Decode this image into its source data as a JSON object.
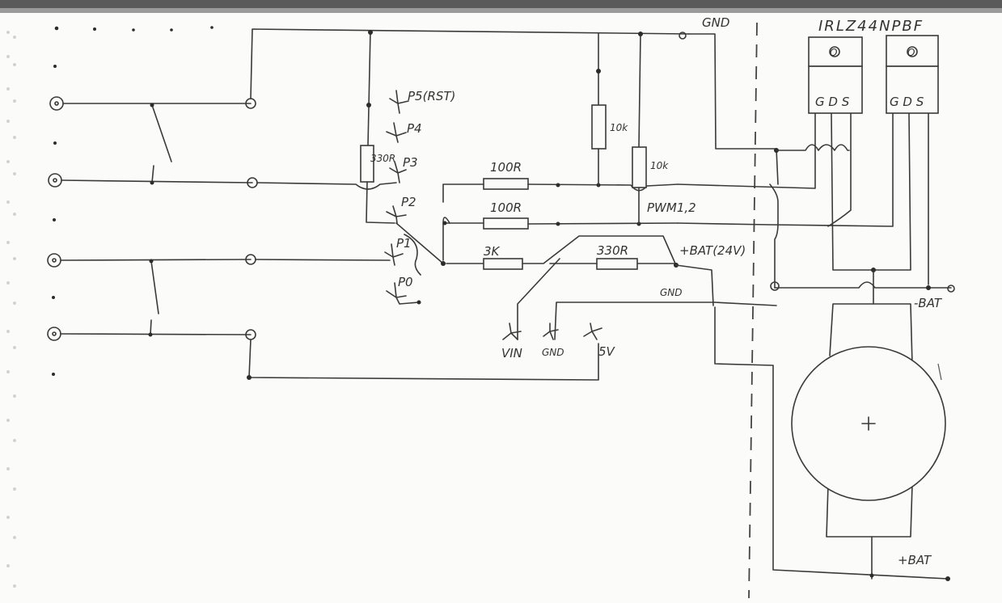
{
  "labels": {
    "gnd_top": "GND",
    "mosfet_part": "IRLZ44NPBF",
    "mosfet1_pins": "G D S",
    "mosfet2_pins": "G D S",
    "p5": "P5(RST)",
    "p4": "P4",
    "p3": "P3",
    "p2": "P2",
    "p1": "P1",
    "p0": "P0",
    "r330_vertical": "330R",
    "r100_a": "100R",
    "r100_b": "100R",
    "r3k": "3K",
    "r330_horizontal": "330R",
    "r10k_a": "10k",
    "r10k_b": "10k",
    "pwm": "PWM1,2",
    "bat24": "+BAT(24V)",
    "gnd_mid": "GND",
    "vin": "VIN",
    "gnd_header": "GND",
    "v5": "5V",
    "minus_bat": "-BAT",
    "plus_bat": "+BAT",
    "mosfet_tab": "O"
  },
  "colors": {
    "paper": "#fbfbf9",
    "ink": "#3a3a3a"
  }
}
